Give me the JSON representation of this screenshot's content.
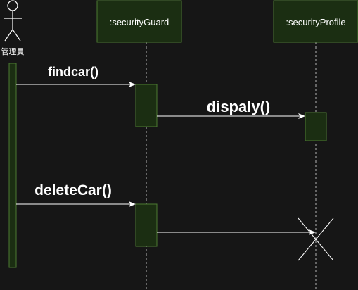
{
  "actor": {
    "label": "管理員",
    "icon": "stick-figure-icon"
  },
  "lifelines": [
    {
      "label": ":securityGuard"
    },
    {
      "label": ":securityProfile"
    }
  ],
  "messages": [
    {
      "label": "findcar()"
    },
    {
      "label": "dispaly()"
    },
    {
      "label": "deleteCar()"
    }
  ],
  "colors": {
    "background": "#161616",
    "box_fill": "#1b2e12",
    "box_stroke": "#4c7a32",
    "text": "#ffffff",
    "lifeline": "#9a9a9a"
  }
}
